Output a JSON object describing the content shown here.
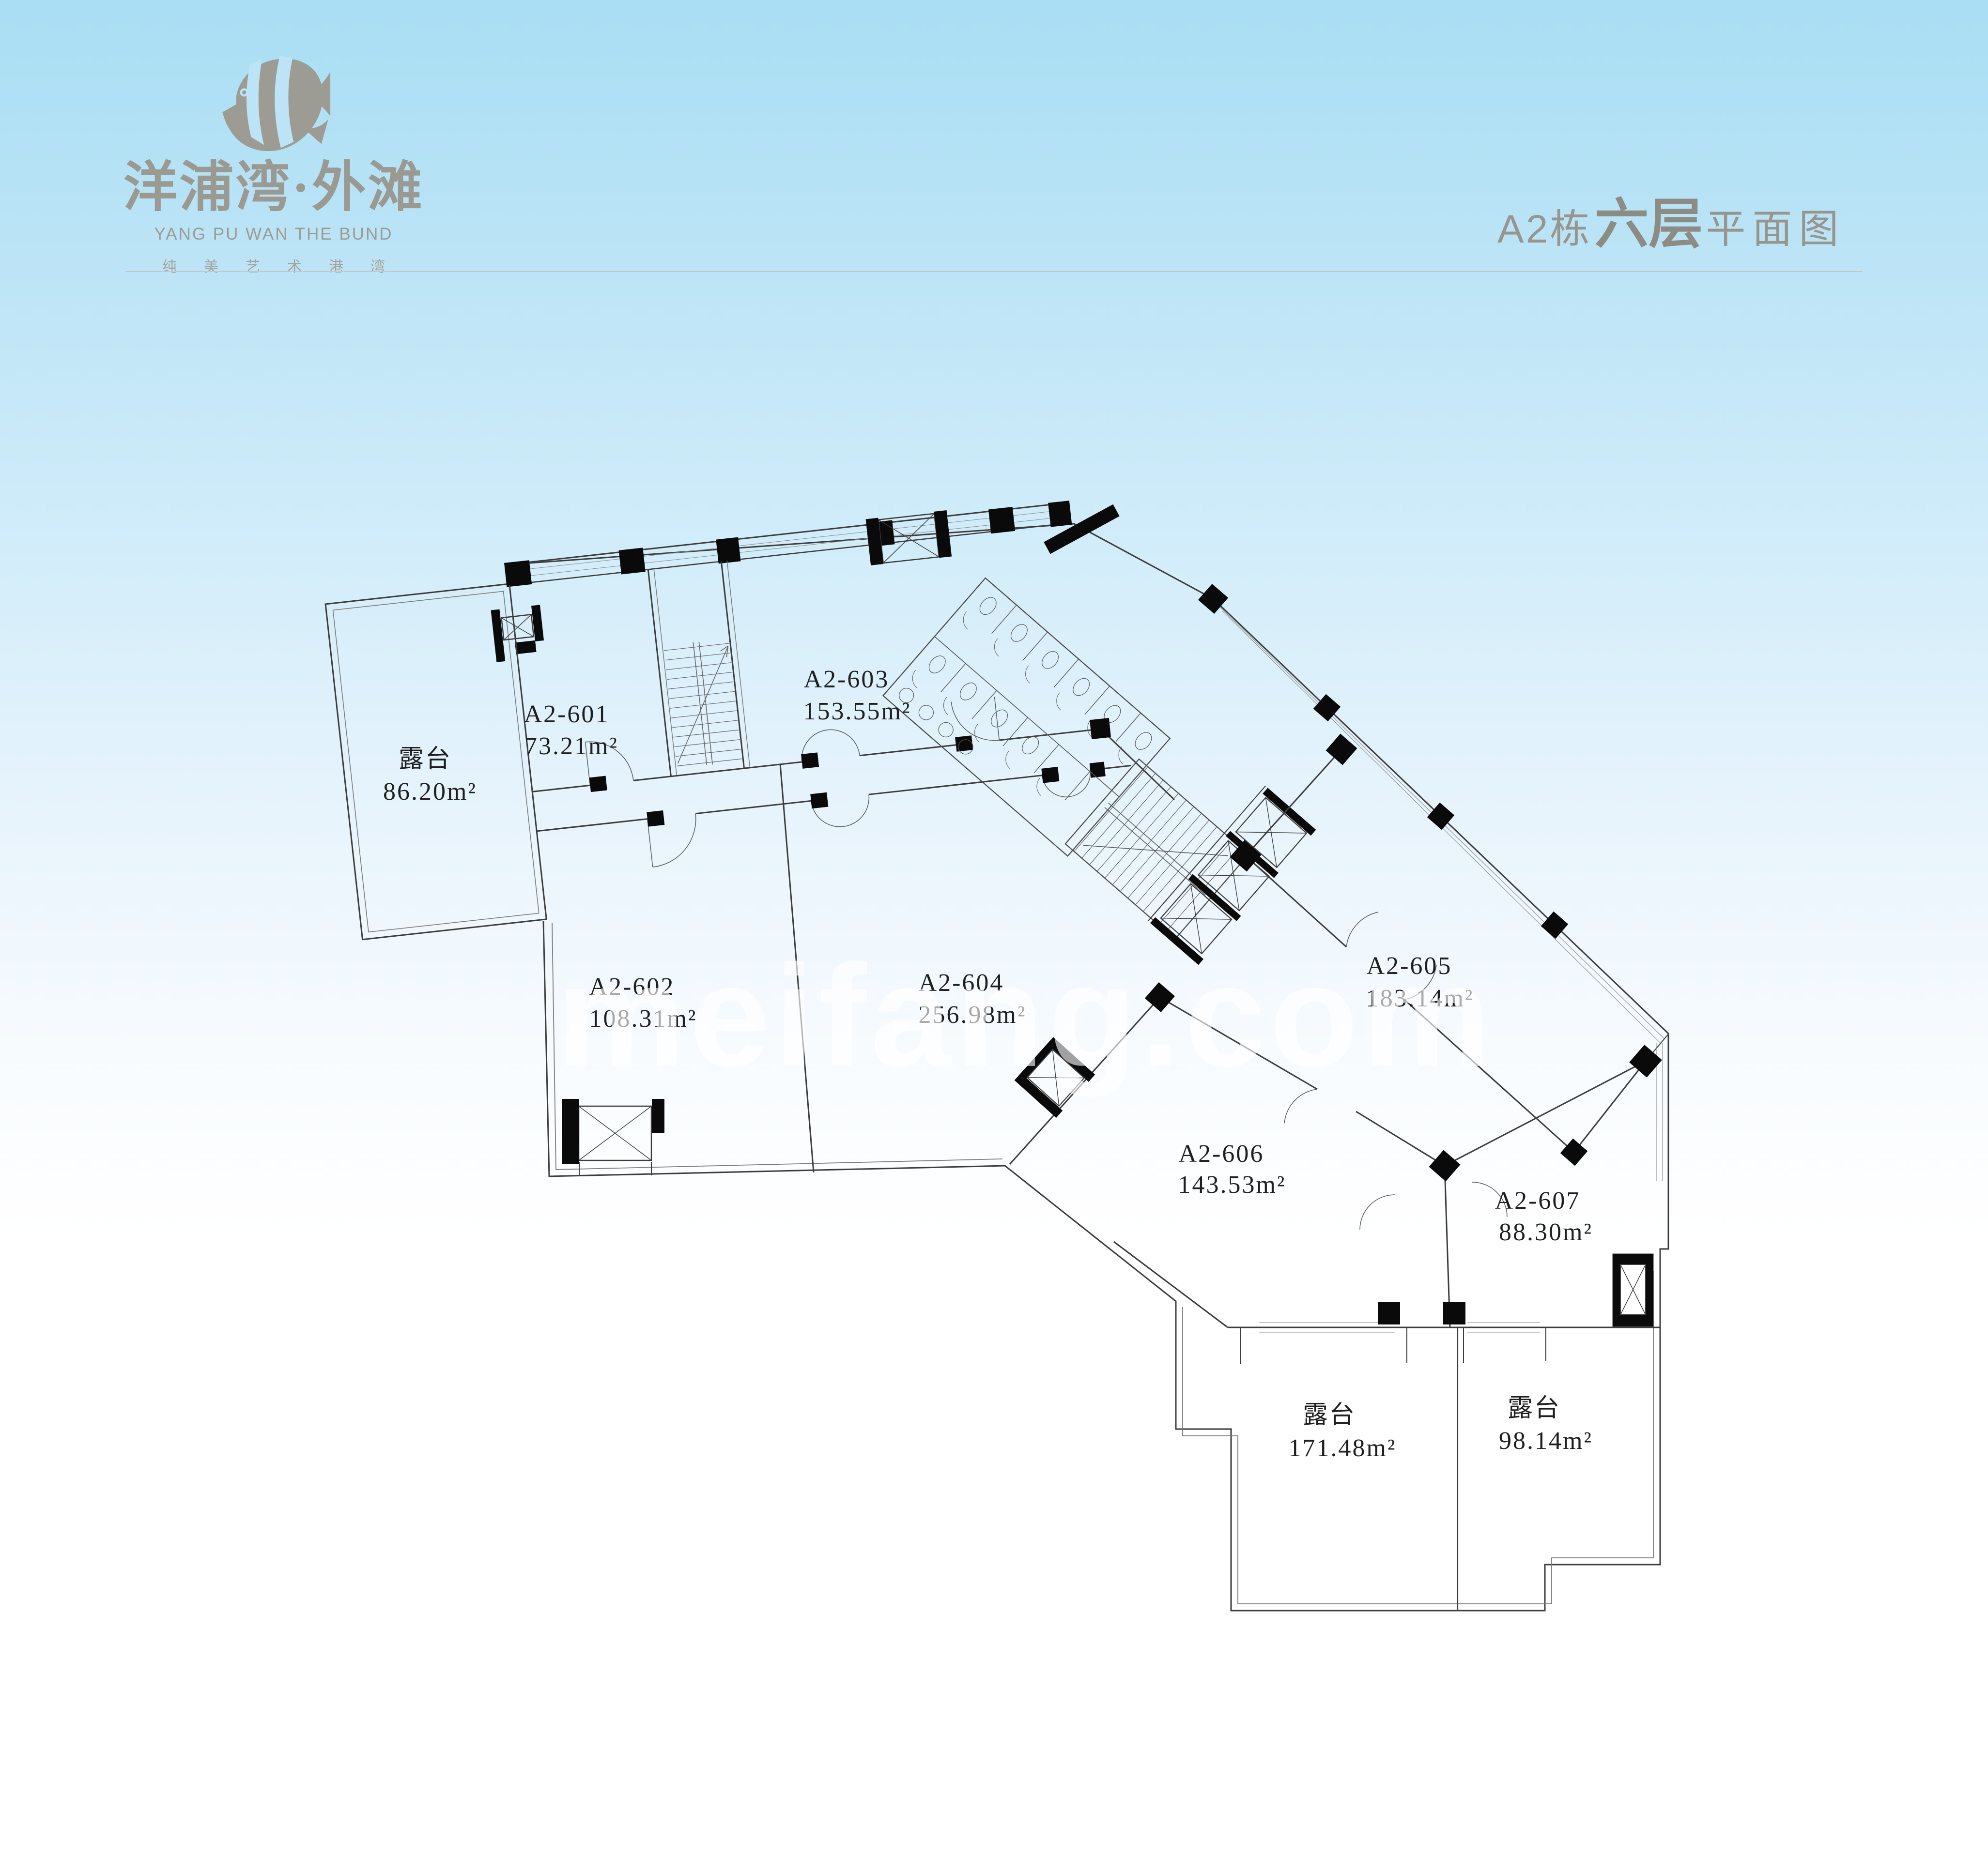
{
  "header": {
    "logo": {
      "brand": "洋浦湾·外滩",
      "subtitle_en": "YANG PU WAN THE BUND",
      "slogan": "纯美艺术港湾"
    },
    "title": {
      "building": "A2栋",
      "floor": "六层",
      "suffix": "平面图"
    }
  },
  "watermark": {
    "text": "meifang.com"
  },
  "plan": {
    "type": "floor-plan",
    "rooms": [
      {
        "name": "露台",
        "area": "86.20m²"
      },
      {
        "name": "A2-601",
        "area": "73.21m²"
      },
      {
        "name": "A2-603",
        "area": "153.55m²"
      },
      {
        "name": "A2-602",
        "area": "108.31m²"
      },
      {
        "name": "A2-604",
        "area": "256.98m²"
      },
      {
        "name": "A2-605",
        "area": "183.14m²"
      },
      {
        "name": "A2-606",
        "area": "143.53m²"
      },
      {
        "name": "A2-607",
        "area": "88.30m²"
      },
      {
        "name": "露台",
        "area": "171.48m²"
      },
      {
        "name": "露台",
        "area": "98.14m²"
      }
    ]
  }
}
